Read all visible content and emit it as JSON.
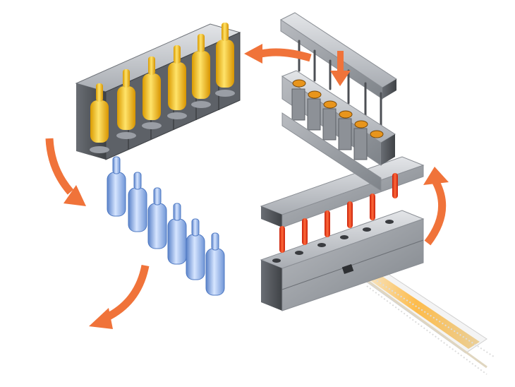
{
  "diagram": {
    "stages": [
      {
        "id": "injection-molding"
      },
      {
        "id": "preform-transfer"
      },
      {
        "id": "conditioning"
      },
      {
        "id": "stretch-blow-molding"
      },
      {
        "id": "bottle-ejection"
      }
    ],
    "preform_count": 6,
    "bottle_count": 6,
    "colors": {
      "arrow": "#f0733a",
      "steel_light": "#c9ccd1",
      "steel_mid": "#9a9ea5",
      "steel_dark": "#5d6167",
      "hot_preform": "#ff5a2a",
      "blown_bottle": "#f2c21b",
      "finished_bottle": "#8fb3e8",
      "background": "#ffffff"
    },
    "icons": [
      "curved-arrow-icon",
      "down-arrow-icon"
    ]
  }
}
